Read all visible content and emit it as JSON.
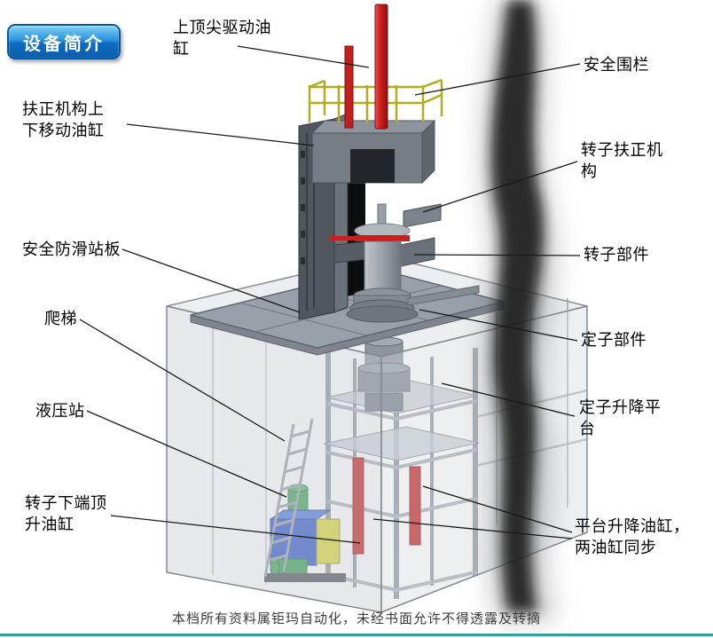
{
  "slide": {
    "badge": "设备简介",
    "watermark": "本档所有资料属钜玛自动化，未经书面允许不得透露及转摘"
  },
  "labels": {
    "top_cylinder": "上顶尖驱动油\n缸",
    "safety_fence": "安全围栏",
    "centering_cylinder": "扶正机构上\n下移动油缸",
    "rotor_centering": "转子扶正机\n构",
    "anti_slip_board": "安全防滑站板",
    "rotor_part": "转子部件",
    "ladder": "爬梯",
    "stator_part": "定子部件",
    "hydraulic_station": "液压站",
    "stator_lift_platform": "定子升降平\n台",
    "rotor_bottom_cylinder": "转子下端顶\n升油缸",
    "platform_lift_cylinders": "平台升降油缸，\n两油缸同步"
  },
  "colors": {
    "badge_blue": "#0e6cbe",
    "cylinder_red": "#c41f1f",
    "railing_yellow": "#b8b428",
    "hydraulic_blue": "#2d55c8",
    "motor_green": "#2f9e4f",
    "accent_teal": "#2f9e9e",
    "machine_gray": "#98a0aa"
  }
}
